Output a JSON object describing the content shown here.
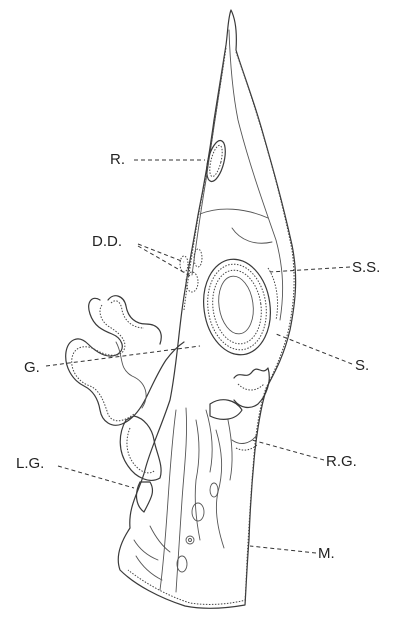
{
  "figure": {
    "labels": {
      "r": "R.",
      "dd": "D.D.",
      "g": "G.",
      "lg": "L.G.",
      "ss": "S.S.",
      "s": "S.",
      "rg": "R.G.",
      "m": "M."
    }
  }
}
